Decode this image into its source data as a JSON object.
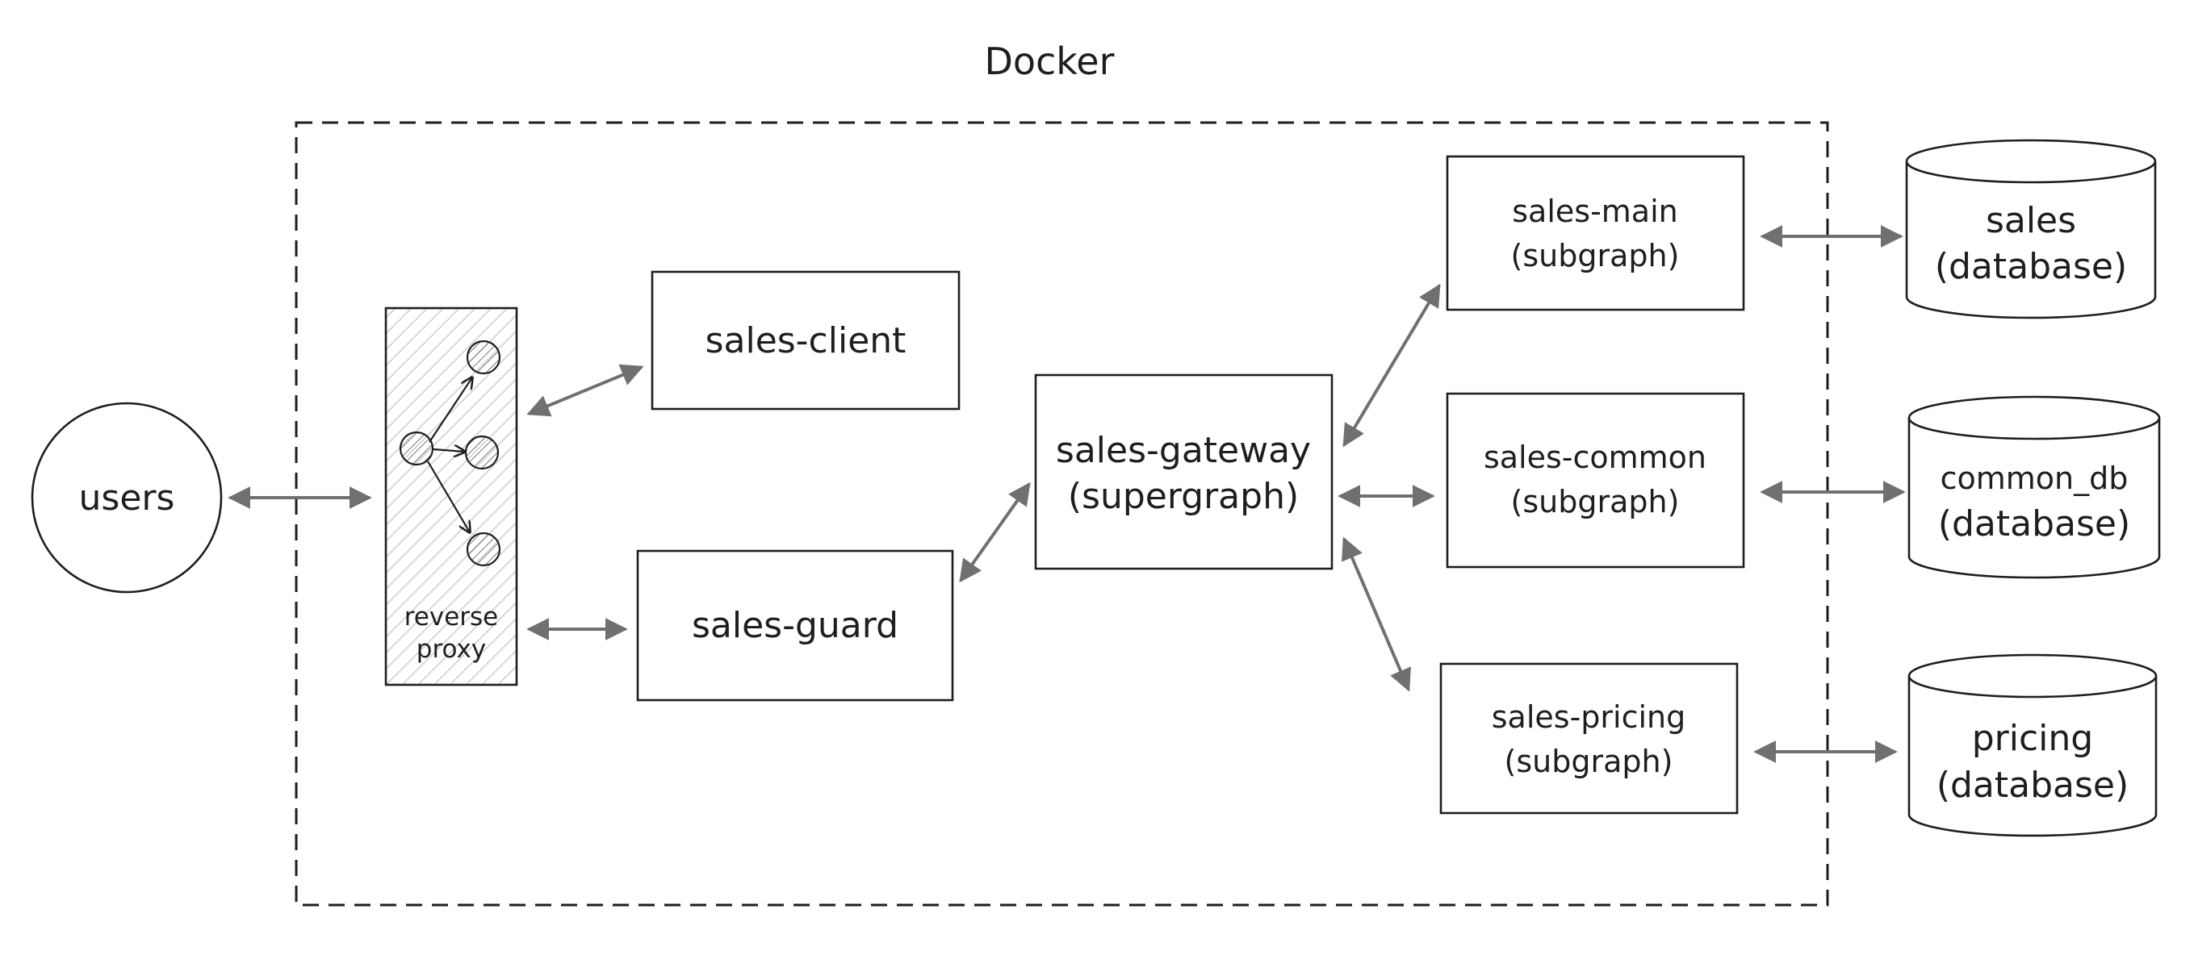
{
  "title": "Docker",
  "nodes": {
    "users": {
      "label": "users"
    },
    "reverse_proxy": {
      "line1": "reverse",
      "line2": "proxy"
    },
    "sales_client": {
      "label": "sales-client"
    },
    "sales_guard": {
      "label": "sales-guard"
    },
    "sales_gateway": {
      "line1": "sales-gateway",
      "line2": "(supergraph)"
    },
    "sales_main": {
      "line1": "sales-main",
      "line2": "(subgraph)"
    },
    "sales_common": {
      "line1": "sales-common",
      "line2": "(subgraph)"
    },
    "sales_pricing": {
      "line1": "sales-pricing",
      "line2": "(subgraph)"
    },
    "db_sales": {
      "line1": "sales",
      "line2": "(database)"
    },
    "db_common": {
      "line1": "common_db",
      "line2": "(database)"
    },
    "db_pricing": {
      "line1": "pricing",
      "line2": "(database)"
    }
  },
  "colors": {
    "stroke": "#1e1e1e",
    "arrow": "#707070"
  }
}
